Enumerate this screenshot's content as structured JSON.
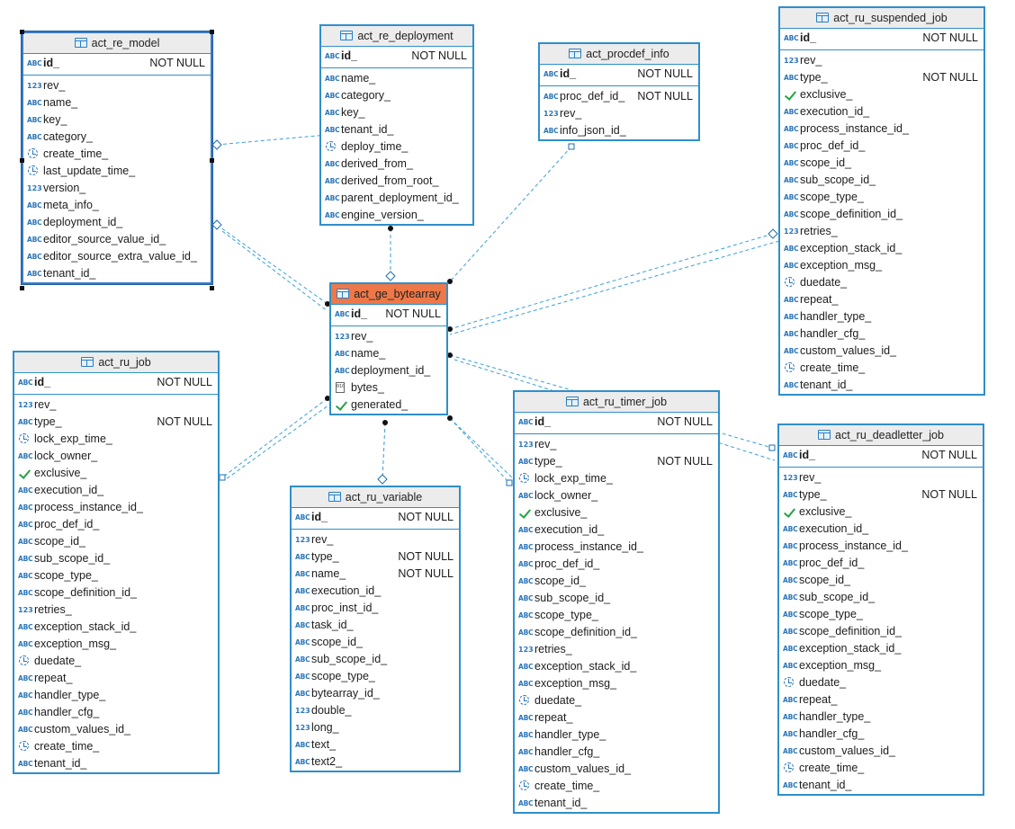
{
  "colors": {
    "border": "#2f8fca",
    "header": "#ececec",
    "highlight": "#ee7847",
    "link": "#3aa0d8"
  },
  "tables": {
    "act_re_model": {
      "name": "act_re_model",
      "pk": {
        "icon": "abc",
        "name": "id_",
        "nn": "NOT NULL"
      },
      "fields": [
        {
          "icon": "num",
          "name": "rev_",
          "nn": ""
        },
        {
          "icon": "abc",
          "name": "name_",
          "nn": ""
        },
        {
          "icon": "abc",
          "name": "key_",
          "nn": ""
        },
        {
          "icon": "abc",
          "name": "category_",
          "nn": ""
        },
        {
          "icon": "clock",
          "name": "create_time_",
          "nn": ""
        },
        {
          "icon": "clock",
          "name": "last_update_time_",
          "nn": ""
        },
        {
          "icon": "num",
          "name": "version_",
          "nn": ""
        },
        {
          "icon": "abc",
          "name": "meta_info_",
          "nn": ""
        },
        {
          "icon": "abc",
          "name": "deployment_id_",
          "nn": ""
        },
        {
          "icon": "abc",
          "name": "editor_source_value_id_",
          "nn": ""
        },
        {
          "icon": "abc",
          "name": "editor_source_extra_value_id_",
          "nn": ""
        },
        {
          "icon": "abc",
          "name": "tenant_id_",
          "nn": ""
        }
      ]
    },
    "act_re_deployment": {
      "name": "act_re_deployment",
      "pk": {
        "icon": "abc",
        "name": "id_",
        "nn": "NOT NULL"
      },
      "fields": [
        {
          "icon": "abc",
          "name": "name_",
          "nn": ""
        },
        {
          "icon": "abc",
          "name": "category_",
          "nn": ""
        },
        {
          "icon": "abc",
          "name": "key_",
          "nn": ""
        },
        {
          "icon": "abc",
          "name": "tenant_id_",
          "nn": ""
        },
        {
          "icon": "clock",
          "name": "deploy_time_",
          "nn": ""
        },
        {
          "icon": "abc",
          "name": "derived_from_",
          "nn": ""
        },
        {
          "icon": "abc",
          "name": "derived_from_root_",
          "nn": ""
        },
        {
          "icon": "abc",
          "name": "parent_deployment_id_",
          "nn": ""
        },
        {
          "icon": "abc",
          "name": "engine_version_",
          "nn": ""
        }
      ]
    },
    "act_procdef_info": {
      "name": "act_procdef_info",
      "pk": {
        "icon": "abc",
        "name": "id_",
        "nn": "NOT NULL"
      },
      "fields": [
        {
          "icon": "abc",
          "name": "proc_def_id_",
          "nn": "NOT NULL"
        },
        {
          "icon": "num",
          "name": "rev_",
          "nn": ""
        },
        {
          "icon": "abc",
          "name": "info_json_id_",
          "nn": ""
        }
      ]
    },
    "act_ru_suspended_job": {
      "name": "act_ru_suspended_job",
      "pk": {
        "icon": "abc",
        "name": "id_",
        "nn": "NOT NULL"
      },
      "fields": [
        {
          "icon": "num",
          "name": "rev_",
          "nn": ""
        },
        {
          "icon": "abc",
          "name": "type_",
          "nn": "NOT NULL"
        },
        {
          "icon": "check",
          "name": "exclusive_",
          "nn": ""
        },
        {
          "icon": "abc",
          "name": "execution_id_",
          "nn": ""
        },
        {
          "icon": "abc",
          "name": "process_instance_id_",
          "nn": ""
        },
        {
          "icon": "abc",
          "name": "proc_def_id_",
          "nn": ""
        },
        {
          "icon": "abc",
          "name": "scope_id_",
          "nn": ""
        },
        {
          "icon": "abc",
          "name": "sub_scope_id_",
          "nn": ""
        },
        {
          "icon": "abc",
          "name": "scope_type_",
          "nn": ""
        },
        {
          "icon": "abc",
          "name": "scope_definition_id_",
          "nn": ""
        },
        {
          "icon": "num",
          "name": "retries_",
          "nn": ""
        },
        {
          "icon": "abc",
          "name": "exception_stack_id_",
          "nn": ""
        },
        {
          "icon": "abc",
          "name": "exception_msg_",
          "nn": ""
        },
        {
          "icon": "clock",
          "name": "duedate_",
          "nn": ""
        },
        {
          "icon": "abc",
          "name": "repeat_",
          "nn": ""
        },
        {
          "icon": "abc",
          "name": "handler_type_",
          "nn": ""
        },
        {
          "icon": "abc",
          "name": "handler_cfg_",
          "nn": ""
        },
        {
          "icon": "abc",
          "name": "custom_values_id_",
          "nn": ""
        },
        {
          "icon": "clock",
          "name": "create_time_",
          "nn": ""
        },
        {
          "icon": "abc",
          "name": "tenant_id_",
          "nn": ""
        }
      ]
    },
    "act_ge_bytearray": {
      "name": "act_ge_bytearray",
      "pk": {
        "icon": "abc",
        "name": "id_",
        "nn": "NOT NULL"
      },
      "fields": [
        {
          "icon": "num",
          "name": "rev_",
          "nn": ""
        },
        {
          "icon": "abc",
          "name": "name_",
          "nn": ""
        },
        {
          "icon": "abc",
          "name": "deployment_id_",
          "nn": ""
        },
        {
          "icon": "bin",
          "name": "bytes_",
          "nn": ""
        },
        {
          "icon": "check",
          "name": "generated_",
          "nn": ""
        }
      ]
    },
    "act_ru_job": {
      "name": "act_ru_job",
      "pk": {
        "icon": "abc",
        "name": "id_",
        "nn": "NOT NULL"
      },
      "fields": [
        {
          "icon": "num",
          "name": "rev_",
          "nn": ""
        },
        {
          "icon": "abc",
          "name": "type_",
          "nn": "NOT NULL"
        },
        {
          "icon": "clock",
          "name": "lock_exp_time_",
          "nn": ""
        },
        {
          "icon": "abc",
          "name": "lock_owner_",
          "nn": ""
        },
        {
          "icon": "check",
          "name": "exclusive_",
          "nn": ""
        },
        {
          "icon": "abc",
          "name": "execution_id_",
          "nn": ""
        },
        {
          "icon": "abc",
          "name": "process_instance_id_",
          "nn": ""
        },
        {
          "icon": "abc",
          "name": "proc_def_id_",
          "nn": ""
        },
        {
          "icon": "abc",
          "name": "scope_id_",
          "nn": ""
        },
        {
          "icon": "abc",
          "name": "sub_scope_id_",
          "nn": ""
        },
        {
          "icon": "abc",
          "name": "scope_type_",
          "nn": ""
        },
        {
          "icon": "abc",
          "name": "scope_definition_id_",
          "nn": ""
        },
        {
          "icon": "num",
          "name": "retries_",
          "nn": ""
        },
        {
          "icon": "abc",
          "name": "exception_stack_id_",
          "nn": ""
        },
        {
          "icon": "abc",
          "name": "exception_msg_",
          "nn": ""
        },
        {
          "icon": "clock",
          "name": "duedate_",
          "nn": ""
        },
        {
          "icon": "abc",
          "name": "repeat_",
          "nn": ""
        },
        {
          "icon": "abc",
          "name": "handler_type_",
          "nn": ""
        },
        {
          "icon": "abc",
          "name": "handler_cfg_",
          "nn": ""
        },
        {
          "icon": "abc",
          "name": "custom_values_id_",
          "nn": ""
        },
        {
          "icon": "clock",
          "name": "create_time_",
          "nn": ""
        },
        {
          "icon": "abc",
          "name": "tenant_id_",
          "nn": ""
        }
      ]
    },
    "act_ru_variable": {
      "name": "act_ru_variable",
      "pk": {
        "icon": "abc",
        "name": "id_",
        "nn": "NOT NULL"
      },
      "fields": [
        {
          "icon": "num",
          "name": "rev_",
          "nn": ""
        },
        {
          "icon": "abc",
          "name": "type_",
          "nn": "NOT NULL"
        },
        {
          "icon": "abc",
          "name": "name_",
          "nn": "NOT NULL"
        },
        {
          "icon": "abc",
          "name": "execution_id_",
          "nn": ""
        },
        {
          "icon": "abc",
          "name": "proc_inst_id_",
          "nn": ""
        },
        {
          "icon": "abc",
          "name": "task_id_",
          "nn": ""
        },
        {
          "icon": "abc",
          "name": "scope_id_",
          "nn": ""
        },
        {
          "icon": "abc",
          "name": "sub_scope_id_",
          "nn": ""
        },
        {
          "icon": "abc",
          "name": "scope_type_",
          "nn": ""
        },
        {
          "icon": "abc",
          "name": "bytearray_id_",
          "nn": ""
        },
        {
          "icon": "num",
          "name": "double_",
          "nn": ""
        },
        {
          "icon": "num",
          "name": "long_",
          "nn": ""
        },
        {
          "icon": "abc",
          "name": "text_",
          "nn": ""
        },
        {
          "icon": "abc",
          "name": "text2_",
          "nn": ""
        }
      ]
    },
    "act_ru_timer_job": {
      "name": "act_ru_timer_job",
      "pk": {
        "icon": "abc",
        "name": "id_",
        "nn": "NOT NULL"
      },
      "fields": [
        {
          "icon": "num",
          "name": "rev_",
          "nn": ""
        },
        {
          "icon": "abc",
          "name": "type_",
          "nn": "NOT NULL"
        },
        {
          "icon": "clock",
          "name": "lock_exp_time_",
          "nn": ""
        },
        {
          "icon": "abc",
          "name": "lock_owner_",
          "nn": ""
        },
        {
          "icon": "check",
          "name": "exclusive_",
          "nn": ""
        },
        {
          "icon": "abc",
          "name": "execution_id_",
          "nn": ""
        },
        {
          "icon": "abc",
          "name": "process_instance_id_",
          "nn": ""
        },
        {
          "icon": "abc",
          "name": "proc_def_id_",
          "nn": ""
        },
        {
          "icon": "abc",
          "name": "scope_id_",
          "nn": ""
        },
        {
          "icon": "abc",
          "name": "sub_scope_id_",
          "nn": ""
        },
        {
          "icon": "abc",
          "name": "scope_type_",
          "nn": ""
        },
        {
          "icon": "abc",
          "name": "scope_definition_id_",
          "nn": ""
        },
        {
          "icon": "num",
          "name": "retries_",
          "nn": ""
        },
        {
          "icon": "abc",
          "name": "exception_stack_id_",
          "nn": ""
        },
        {
          "icon": "abc",
          "name": "exception_msg_",
          "nn": ""
        },
        {
          "icon": "clock",
          "name": "duedate_",
          "nn": ""
        },
        {
          "icon": "abc",
          "name": "repeat_",
          "nn": ""
        },
        {
          "icon": "abc",
          "name": "handler_type_",
          "nn": ""
        },
        {
          "icon": "abc",
          "name": "handler_cfg_",
          "nn": ""
        },
        {
          "icon": "abc",
          "name": "custom_values_id_",
          "nn": ""
        },
        {
          "icon": "clock",
          "name": "create_time_",
          "nn": ""
        },
        {
          "icon": "abc",
          "name": "tenant_id_",
          "nn": ""
        }
      ]
    },
    "act_ru_deadletter_job": {
      "name": "act_ru_deadletter_job",
      "pk": {
        "icon": "abc",
        "name": "id_",
        "nn": "NOT NULL"
      },
      "fields": [
        {
          "icon": "num",
          "name": "rev_",
          "nn": ""
        },
        {
          "icon": "abc",
          "name": "type_",
          "nn": "NOT NULL"
        },
        {
          "icon": "check",
          "name": "exclusive_",
          "nn": ""
        },
        {
          "icon": "abc",
          "name": "execution_id_",
          "nn": ""
        },
        {
          "icon": "abc",
          "name": "process_instance_id_",
          "nn": ""
        },
        {
          "icon": "abc",
          "name": "proc_def_id_",
          "nn": ""
        },
        {
          "icon": "abc",
          "name": "scope_id_",
          "nn": ""
        },
        {
          "icon": "abc",
          "name": "sub_scope_id_",
          "nn": ""
        },
        {
          "icon": "abc",
          "name": "scope_type_",
          "nn": ""
        },
        {
          "icon": "abc",
          "name": "scope_definition_id_",
          "nn": ""
        },
        {
          "icon": "abc",
          "name": "exception_stack_id_",
          "nn": ""
        },
        {
          "icon": "abc",
          "name": "exception_msg_",
          "nn": ""
        },
        {
          "icon": "clock",
          "name": "duedate_",
          "nn": ""
        },
        {
          "icon": "abc",
          "name": "repeat_",
          "nn": ""
        },
        {
          "icon": "abc",
          "name": "handler_type_",
          "nn": ""
        },
        {
          "icon": "abc",
          "name": "handler_cfg_",
          "nn": ""
        },
        {
          "icon": "abc",
          "name": "custom_values_id_",
          "nn": ""
        },
        {
          "icon": "clock",
          "name": "create_time_",
          "nn": ""
        },
        {
          "icon": "abc",
          "name": "tenant_id_",
          "nn": ""
        }
      ]
    }
  }
}
